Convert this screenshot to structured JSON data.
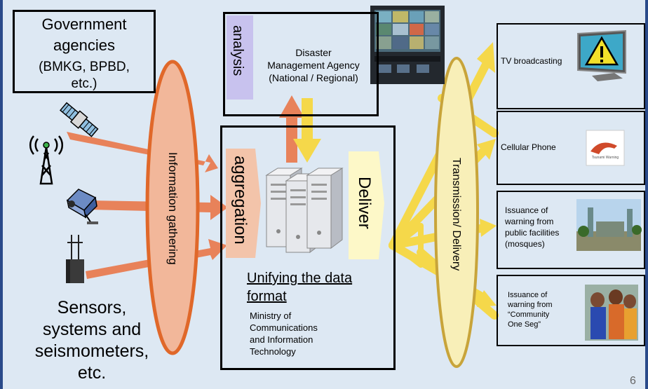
{
  "government": {
    "line1": "Government",
    "line2": "agencies",
    "line3": "(BMKG, BPBD,",
    "line4": "etc.)"
  },
  "sensors": {
    "line1": "Sensors,",
    "line2": "systems and",
    "line3": "seismometers,",
    "line4": "etc."
  },
  "gathering_label": "Information gathering",
  "analysis_label": "analysis",
  "agency": {
    "line1": "Disaster",
    "line2": "Management Agency",
    "line3": "(National / Regional)"
  },
  "aggregation_label": "aggregation",
  "deliver_label": "Deliver",
  "unify": {
    "line1": "Unifying the data",
    "line2": "format"
  },
  "ministry": {
    "line1": "Ministry of",
    "line2": "Communications",
    "line3": "and Information",
    "line4": "Technology"
  },
  "transmission_label": "Transmission/ Delivery",
  "outputs": {
    "tv": "TV broadcasting",
    "cell": "Cellular Phone",
    "mosque": {
      "line1": "Issuance of",
      "line2": "warning from",
      "line3": "public facilities",
      "line4": "(mosques)"
    },
    "oneseg": {
      "line1": "Issuance of",
      "line2": "warning from",
      "line3": "“Community",
      "line4": "One Seg”"
    },
    "phone_screen_text": "Tsunami Warning"
  },
  "page_number": "6",
  "colors": {
    "background": "#dde8f3",
    "orange_arrow": "#e8825a",
    "yellow_arrow": "#f5d84a",
    "gathering_fill": "#f2b79a",
    "gathering_stroke": "#e0682a",
    "transmission_fill": "#f8efb8",
    "transmission_stroke": "#c8a43a",
    "analysis_fill": "#c8c2ee"
  }
}
